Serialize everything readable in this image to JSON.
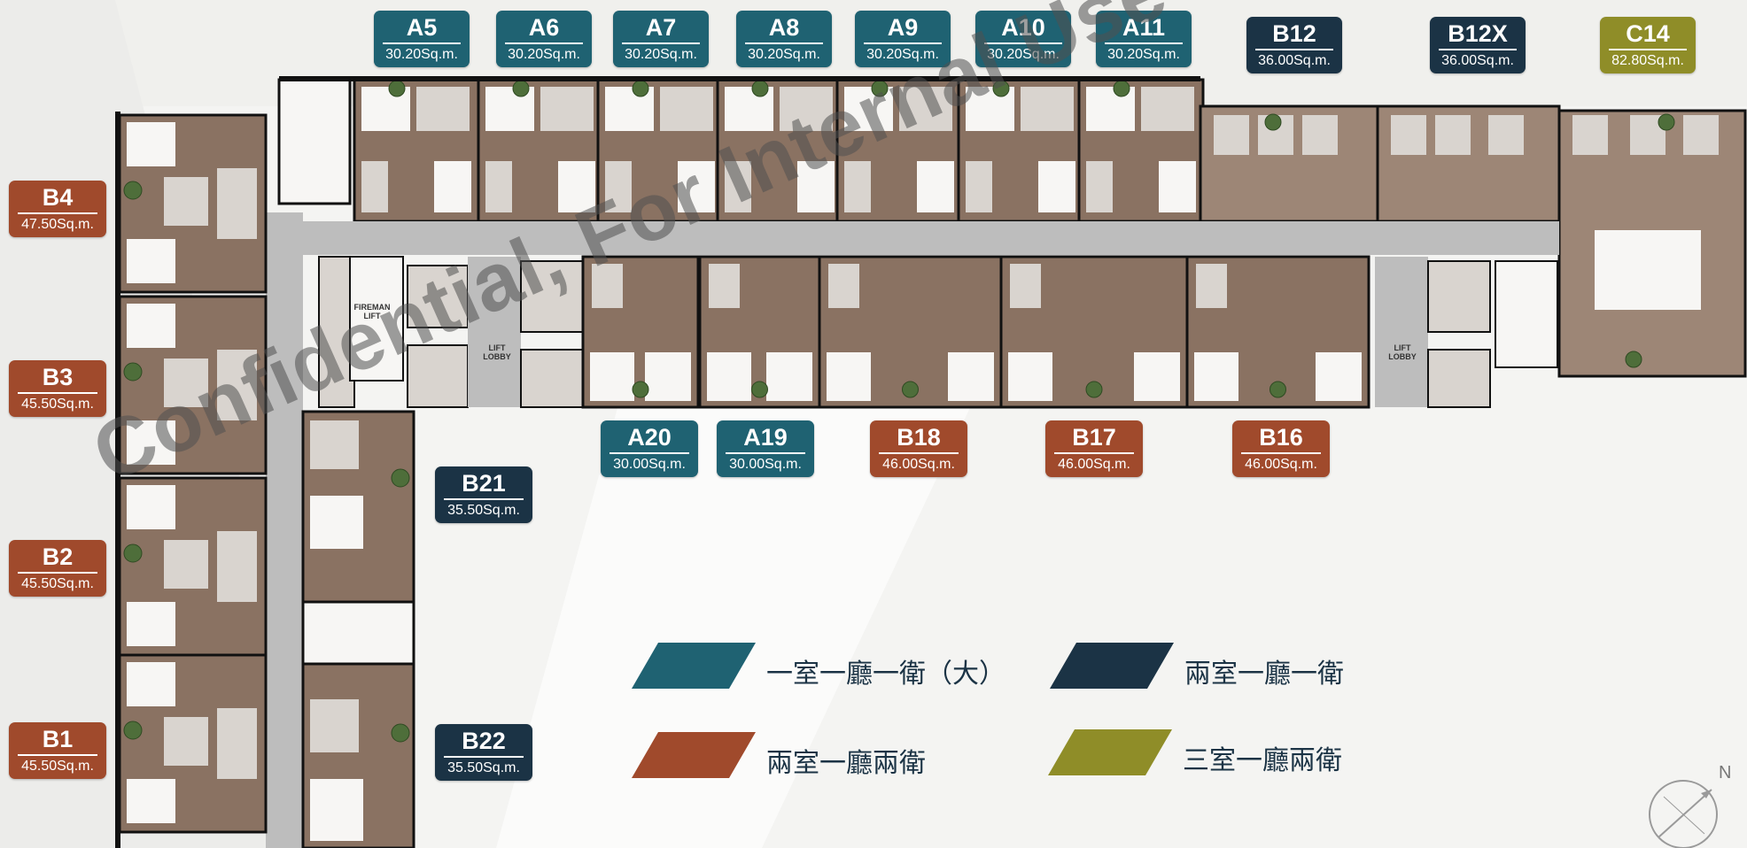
{
  "units": [
    {
      "code": "A5",
      "area": "30.20Sq.m.",
      "color": "teal"
    },
    {
      "code": "A6",
      "area": "30.20Sq.m.",
      "color": "teal"
    },
    {
      "code": "A7",
      "area": "30.20Sq.m.",
      "color": "teal"
    },
    {
      "code": "A8",
      "area": "30.20Sq.m.",
      "color": "teal"
    },
    {
      "code": "A9",
      "area": "30.20Sq.m.",
      "color": "teal"
    },
    {
      "code": "A10",
      "area": "30.20Sq.m.",
      "color": "teal"
    },
    {
      "code": "A11",
      "area": "30.20Sq.m.",
      "color": "teal"
    },
    {
      "code": "B12",
      "area": "36.00Sq.m.",
      "color": "navy"
    },
    {
      "code": "B12X",
      "area": "36.00Sq.m.",
      "color": "navy"
    },
    {
      "code": "C14",
      "area": "82.80Sq.m.",
      "color": "olive"
    },
    {
      "code": "B4",
      "area": "47.50Sq.m.",
      "color": "rust"
    },
    {
      "code": "B3",
      "area": "45.50Sq.m.",
      "color": "rust"
    },
    {
      "code": "B2",
      "area": "45.50Sq.m.",
      "color": "rust"
    },
    {
      "code": "B1",
      "area": "45.50Sq.m.",
      "color": "rust"
    },
    {
      "code": "B21",
      "area": "35.50Sq.m.",
      "color": "navy"
    },
    {
      "code": "B22",
      "area": "35.50Sq.m.",
      "color": "navy"
    },
    {
      "code": "A20",
      "area": "30.00Sq.m.",
      "color": "teal"
    },
    {
      "code": "A19",
      "area": "30.00Sq.m.",
      "color": "teal"
    },
    {
      "code": "B18",
      "area": "46.00Sq.m.",
      "color": "rust"
    },
    {
      "code": "B17",
      "area": "46.00Sq.m.",
      "color": "rust"
    },
    {
      "code": "B16",
      "area": "46.00Sq.m.",
      "color": "rust"
    }
  ],
  "colors": {
    "teal": "#1f6272",
    "navy": "#1b3345",
    "rust": "#a04a2c",
    "olive": "#8f8d28"
  },
  "legend": [
    {
      "label": "一室一廳一衛（大）",
      "color": "teal"
    },
    {
      "label": "兩室一廳一衛",
      "color": "navy"
    },
    {
      "label": "兩室一廳兩衛",
      "color": "rust"
    },
    {
      "label": "三室一廳兩衛",
      "color": "olive"
    }
  ],
  "plan_labels": {
    "fireman_lift_1": "FIREMAN",
    "fireman_lift_2": "LIFT",
    "lobby_1": "LIFT",
    "lobby_2": "LOBBY"
  },
  "watermark": "Confidential, For Internal Use only",
  "compass": {
    "north_label": "N"
  }
}
